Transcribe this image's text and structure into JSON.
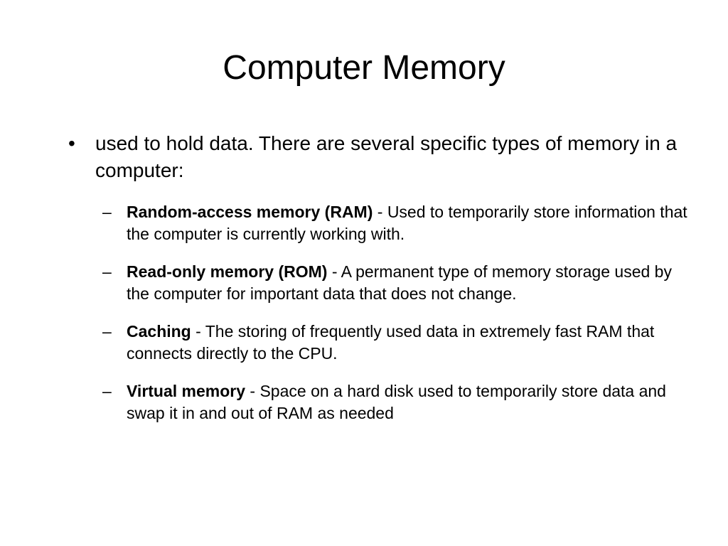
{
  "slide": {
    "title": "Computer Memory",
    "bullet": {
      "marker": "•",
      "text": "used to hold data. There are several specific types of memory in a computer:"
    },
    "sub_marker": "–",
    "items": [
      {
        "term": "Random-access memory (RAM)",
        "description": " - Used to temporarily store information that the computer is currently working with."
      },
      {
        "term": "Read-only memory (ROM)",
        "description": " - A permanent type of memory storage used by the computer for important data that does not change."
      },
      {
        "term": "Caching",
        "description": " - The storing of frequently used data in extremely fast RAM that connects directly to the CPU."
      },
      {
        "term": "Virtual memory",
        "description": " - Space on a hard disk used to temporarily store data and swap it in and out of RAM as needed"
      }
    ]
  }
}
